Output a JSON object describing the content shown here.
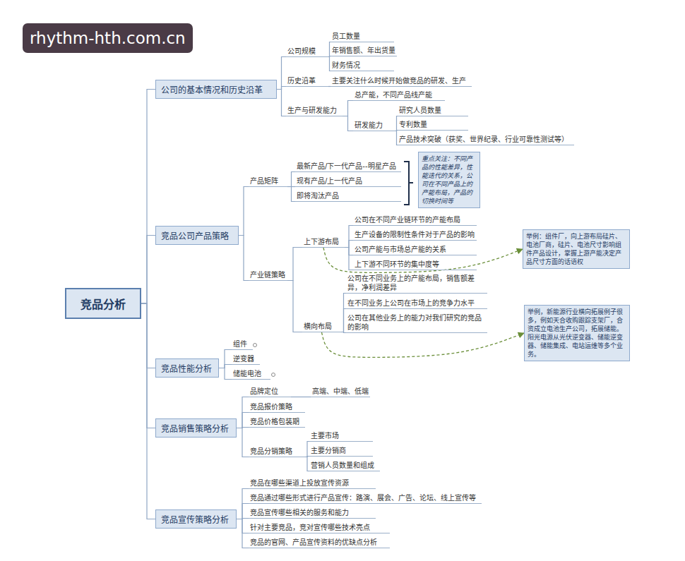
{
  "diagram": {
    "nodes": [
      {
        "text": [
          "竞品分析"
        ]
      },
      {
        "text": [
          "公司的基本情况和历史沿革"
        ]
      },
      {
        "text": [
          "公司规模"
        ]
      },
      {
        "text": [
          "员工数量"
        ]
      },
      {
        "text": [
          "年销售额、年出货量"
        ]
      },
      {
        "text": [
          "财务情况"
        ]
      },
      {
        "text": [
          "历史沿革"
        ]
      },
      {
        "text": [
          "主要关注什么时候开始做竞品的研发、生产"
        ]
      },
      {
        "text": [
          "生产与研发能力"
        ]
      },
      {
        "text": [
          "总产能，不同产品线产能"
        ]
      },
      {
        "text": [
          "研发能力"
        ]
      },
      {
        "text": [
          "研究人员数量"
        ]
      },
      {
        "text": [
          "专利数量"
        ]
      },
      {
        "text": [
          "产品技术突破（获奖、世界纪录、行业可靠性测试等）"
        ]
      },
      {
        "text": [
          "竞品公司产品策略"
        ]
      },
      {
        "text": [
          "产品矩阵"
        ]
      },
      {
        "text": [
          "最新产品/下一代产品--明星产品"
        ]
      },
      {
        "text": [
          "现有产品/上一代产品"
        ]
      },
      {
        "text": [
          "即将淘汰产品"
        ]
      },
      {
        "text": [
          "重点关注：不同产品的性能差异，性能迭代的关系，公司在不同产品上的产能布局，产品的切换时间等"
        ]
      },
      {
        "text": [
          "产业链策略"
        ]
      },
      {
        "text": [
          "上下游布局"
        ]
      },
      {
        "text": [
          "公司在不同产业链环节的产能布局"
        ]
      },
      {
        "text": [
          "生产设备的限制性条件对于产品的影响"
        ]
      },
      {
        "text": [
          "公司产能与市场总产能的关系"
        ]
      },
      {
        "text": [
          "上下游不同环节的集中度等"
        ]
      },
      {
        "text": [
          "举例：组件厂，向上游布局硅片、电池厂商，硅片、电池尺寸影响组件产品设计，掌握上游产能决定产品尺寸方面的话语权"
        ]
      },
      {
        "text": [
          "横向布局"
        ]
      },
      {
        "text": [
          "公司在不同业务上的产能布局，销售额差异，净利润差异"
        ]
      },
      {
        "text": [
          "在不同业务上公司在市场上的竞争力水平"
        ]
      },
      {
        "text": [
          "公司在其他业务上的能力对我们研究的竞品的影响"
        ]
      },
      {
        "text": [
          "举例，新能源行业横向拓展例子很多，例如天合收购跟踪支架厂，合资成立电池生产公司，拓展储能。阳光电源从光伏逆变器、储能逆变器、储能集成、电站运维等多个业务。"
        ]
      },
      {
        "text": [
          "竞品性能分析"
        ]
      },
      {
        "text": [
          "组件"
        ]
      },
      {
        "text": [
          "逆变器"
        ]
      },
      {
        "text": [
          "储能电池"
        ]
      },
      {
        "text": [
          "竞品销售策略分析"
        ]
      },
      {
        "text": [
          "品牌定位"
        ]
      },
      {
        "text": [
          "高端、中端、低端"
        ]
      },
      {
        "text": [
          "竞品报价策略"
        ]
      },
      {
        "text": [
          "竞品价格包装期"
        ]
      },
      {
        "text": [
          "竞品分销策略"
        ]
      },
      {
        "text": [
          "主要市场"
        ]
      },
      {
        "text": [
          "主要分销商"
        ]
      },
      {
        "text": [
          "营销人员数量和组成"
        ]
      },
      {
        "text": [
          "竞品宣传策略分析"
        ]
      },
      {
        "text": [
          "竞品在哪些渠道上投放宣传资源"
        ]
      },
      {
        "text": [
          "竞品通过哪些形式进行产品宣传：路演、展会、广告、论坛、线上宣传等"
        ]
      },
      {
        "text": [
          "竞品宣传哪些相关的服务和能力"
        ]
      },
      {
        "text": [
          "针对主要竞品，竞对宣传哪些技术亮点"
        ]
      },
      {
        "text": [
          "竞品的官网、产品宣传资料的优缺点分析"
        ]
      }
    ],
    "edges": [
      {
        "from": 0,
        "to": 1,
        "arrow": "none"
      },
      {
        "from": 0,
        "to": 14,
        "arrow": "none"
      },
      {
        "from": 0,
        "to": 32,
        "arrow": "none"
      },
      {
        "from": 0,
        "to": 36,
        "arrow": "none"
      },
      {
        "from": 0,
        "to": 45,
        "arrow": "none"
      },
      {
        "from": 1,
        "to": 2,
        "arrow": "none"
      },
      {
        "from": 1,
        "to": 6,
        "arrow": "none"
      },
      {
        "from": 1,
        "to": 8,
        "arrow": "none"
      },
      {
        "from": 2,
        "to": 3,
        "arrow": "none"
      },
      {
        "from": 2,
        "to": 4,
        "arrow": "none"
      },
      {
        "from": 2,
        "to": 5,
        "arrow": "none"
      },
      {
        "from": 6,
        "to": 7,
        "arrow": "none"
      },
      {
        "from": 8,
        "to": 9,
        "arrow": "none"
      },
      {
        "from": 8,
        "to": 10,
        "arrow": "none"
      },
      {
        "from": 10,
        "to": 11,
        "arrow": "none"
      },
      {
        "from": 10,
        "to": 12,
        "arrow": "none"
      },
      {
        "from": 10,
        "to": 13,
        "arrow": "none"
      },
      {
        "from": 14,
        "to": 15,
        "arrow": "none"
      },
      {
        "from": 14,
        "to": 20,
        "arrow": "none"
      },
      {
        "from": 15,
        "to": 16,
        "arrow": "none"
      },
      {
        "from": 15,
        "to": 17,
        "arrow": "none"
      },
      {
        "from": 15,
        "to": 18,
        "arrow": "none"
      },
      {
        "from": 20,
        "to": 21,
        "arrow": "none"
      },
      {
        "from": 20,
        "to": 27,
        "arrow": "none"
      },
      {
        "from": 21,
        "to": 22,
        "arrow": "none"
      },
      {
        "from": 21,
        "to": 23,
        "arrow": "none"
      },
      {
        "from": 21,
        "to": 24,
        "arrow": "none"
      },
      {
        "from": 21,
        "to": 25,
        "arrow": "none"
      },
      {
        "from": 21,
        "to": 26,
        "arrow": "to"
      },
      {
        "from": 27,
        "to": 28,
        "arrow": "none"
      },
      {
        "from": 27,
        "to": 29,
        "arrow": "none"
      },
      {
        "from": 27,
        "to": 30,
        "arrow": "none"
      },
      {
        "from": 27,
        "to": 31,
        "arrow": "to"
      },
      {
        "from": 32,
        "to": 33,
        "arrow": "none"
      },
      {
        "from": 32,
        "to": 34,
        "arrow": "none"
      },
      {
        "from": 32,
        "to": 35,
        "arrow": "none"
      },
      {
        "from": 36,
        "to": 37,
        "arrow": "none"
      },
      {
        "from": 36,
        "to": 39,
        "arrow": "none"
      },
      {
        "from": 36,
        "to": 40,
        "arrow": "none"
      },
      {
        "from": 36,
        "to": 41,
        "arrow": "none"
      },
      {
        "from": 37,
        "to": 38,
        "arrow": "none"
      },
      {
        "from": 41,
        "to": 42,
        "arrow": "none"
      },
      {
        "from": 41,
        "to": 43,
        "arrow": "none"
      },
      {
        "from": 41,
        "to": 44,
        "arrow": "none"
      },
      {
        "from": 45,
        "to": 46,
        "arrow": "none"
      },
      {
        "from": 45,
        "to": 47,
        "arrow": "none"
      },
      {
        "from": 45,
        "to": 48,
        "arrow": "none"
      },
      {
        "from": 45,
        "to": 49,
        "arrow": "none"
      },
      {
        "from": 45,
        "to": 50,
        "arrow": "none"
      }
    ],
    "labels": [
      "rhythm-hth.com.cn"
    ]
  }
}
